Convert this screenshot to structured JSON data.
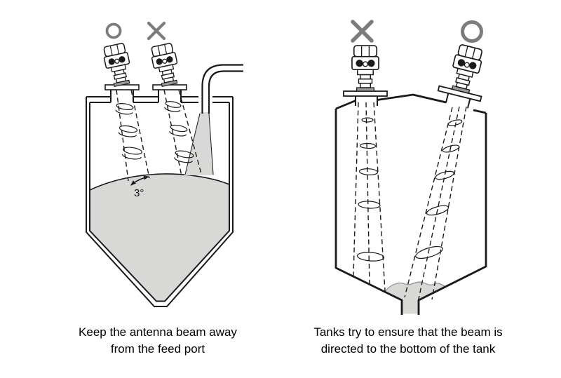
{
  "colors": {
    "ink": "#1a1a1a",
    "material": "#d8d8d6",
    "marker": "#7c7c7c",
    "paper": "#ffffff"
  },
  "left_diagram": {
    "markers": [
      {
        "position": "first-sensor",
        "meaning": "correct",
        "symbol": "circle"
      },
      {
        "position": "second-sensor",
        "meaning": "wrong",
        "symbol": "cross"
      }
    ],
    "angle_label": "3°",
    "caption": {
      "line1": "Keep the antenna beam away",
      "line2": "from the feed port"
    }
  },
  "right_diagram": {
    "markers": [
      {
        "position": "first-sensor",
        "meaning": "wrong",
        "symbol": "cross"
      },
      {
        "position": "second-sensor",
        "meaning": "correct",
        "symbol": "circle"
      }
    ],
    "caption": {
      "line1": "Tanks try to ensure that the beam is",
      "line2": "directed to the bottom of the tank"
    }
  }
}
